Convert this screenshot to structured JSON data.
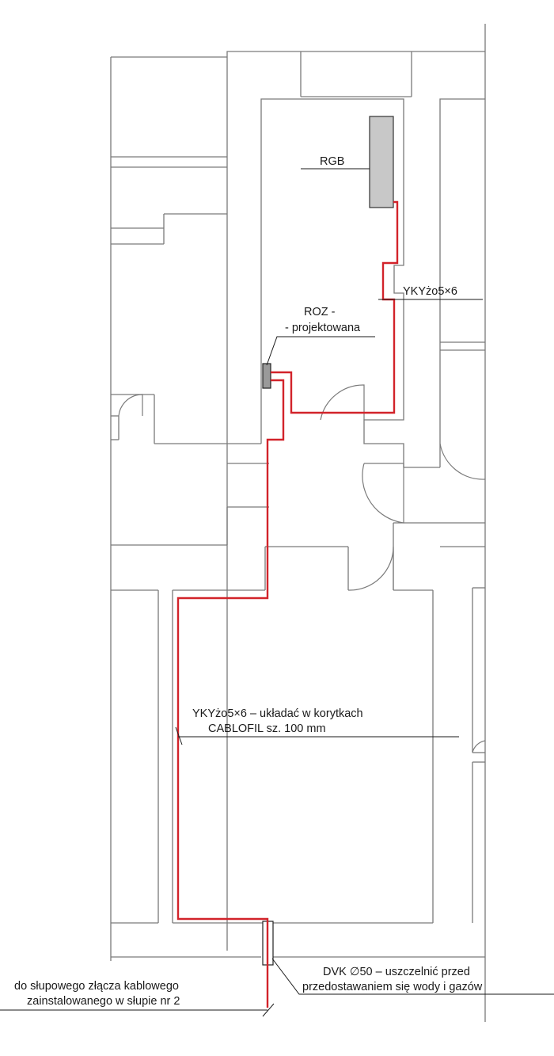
{
  "labels": {
    "rgb": "RGB",
    "cable_upper": "YKYżo5×6",
    "roz_line1": "ROZ -",
    "roz_line2": "- projektowana",
    "cable_main_line1": "YKYżo5×6 – układać w korytkach",
    "cable_main_line2": "CABLOFIL sz. 100 mm",
    "dvk_line1": "DVK ∅50 – uszczelnić przed",
    "dvk_line2": "przedostawaniem się wody i gazów",
    "connector_line1": "do słupowego złącza kablowego",
    "connector_line2": "zainstalowanego w słupie nr 2"
  },
  "colors": {
    "cable": "#d2232a",
    "walls": "#7a7a7a",
    "equipment_fill": "#c8c8c8",
    "text": "#1a1a1a"
  }
}
